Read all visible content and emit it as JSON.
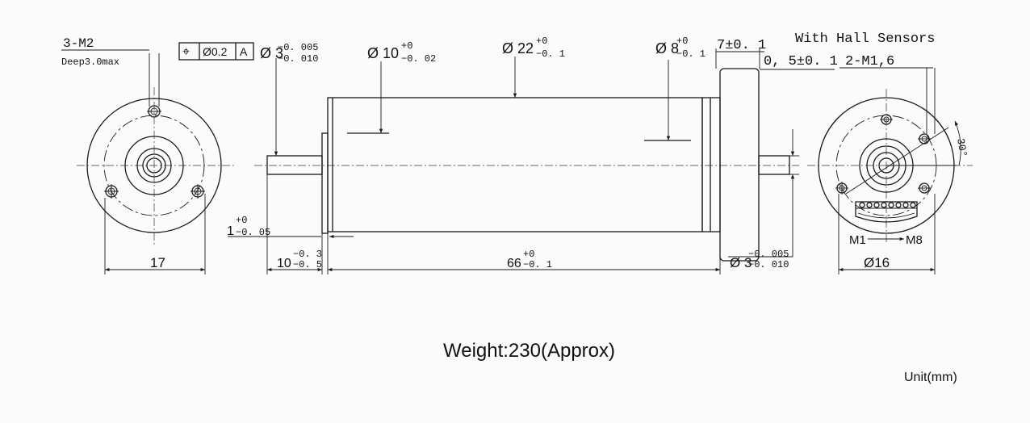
{
  "labels": {
    "thread_front": "3-M2",
    "depth_front": "Deep3.0max",
    "gdt_symbol": "⌖",
    "gdt_tolerance": "Ø0.2",
    "gdt_datum": "A",
    "with_hall": "With Hall Sensors",
    "thread_rear": "2-M1,6",
    "angle": "30°",
    "m1": "M1",
    "m8": "M8",
    "weight": "Weight:230(Approx)",
    "unit": "Unit(mm)"
  },
  "dims": {
    "shaft_front": {
      "base": "Ø 3",
      "upper": "−0. 005",
      "lower": "−0. 010"
    },
    "d10": {
      "base": "Ø 10",
      "upper": "+0",
      "lower": "−0. 02"
    },
    "d22": {
      "base": "Ø 22",
      "upper": "+0",
      "lower": "−0. 1"
    },
    "d8": {
      "base": "Ø 8",
      "upper": "+0",
      "lower": "−0. 1"
    },
    "len7": {
      "text": "7±0. 1"
    },
    "len05": {
      "text": "0, 5±0. 1"
    },
    "len1": {
      "base": "1",
      "upper": "+0",
      "lower": "−0. 05"
    },
    "len10": {
      "base": "10",
      "upper": "−0. 3",
      "lower": "−0. 5"
    },
    "len66": {
      "base": "66",
      "upper": "+0",
      "lower": "−0. 1"
    },
    "shaft_rear": {
      "base": "Ø 3",
      "upper": "−0. 005",
      "lower": "−0. 010"
    },
    "d17": {
      "text": "17"
    },
    "d16": {
      "text": "Ø16"
    }
  }
}
